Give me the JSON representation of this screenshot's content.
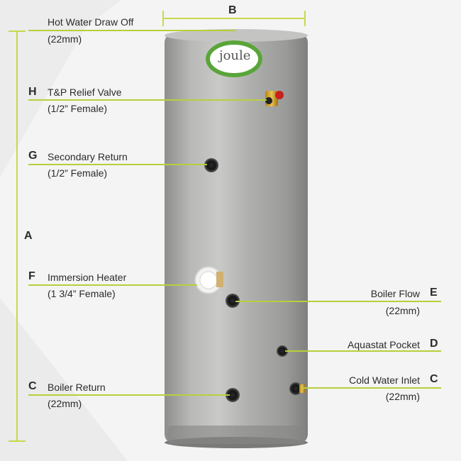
{
  "brand": {
    "logo_text": "joule"
  },
  "dimensions": {
    "height_letter": "A",
    "width_letter": "B"
  },
  "connections": [
    {
      "letter": "",
      "name": "Hot Water Draw Off",
      "spec": "(22mm)"
    },
    {
      "letter": "H",
      "name": "T&P Relief Valve",
      "spec": "(1/2” Female)"
    },
    {
      "letter": "G",
      "name": "Secondary Return",
      "spec": "(1/2” Female)"
    },
    {
      "letter": "F",
      "name": "Immersion Heater",
      "spec": "(1 3/4” Female)"
    },
    {
      "letter": "C",
      "name": "Boiler Return",
      "spec": "(22mm)"
    },
    {
      "letter": "E",
      "name": "Boiler Flow",
      "spec": "(22mm)"
    },
    {
      "letter": "D",
      "name": "Aquastat Pocket",
      "spec": ""
    },
    {
      "letter": "C",
      "name": "Cold Water Inlet",
      "spec": "(22mm)"
    }
  ],
  "colors": {
    "leader_line": "#b7cf3a",
    "dimension_line": "#c9d84a",
    "cylinder": "#a9aaa8",
    "logo_ring": "#5aa53a"
  }
}
